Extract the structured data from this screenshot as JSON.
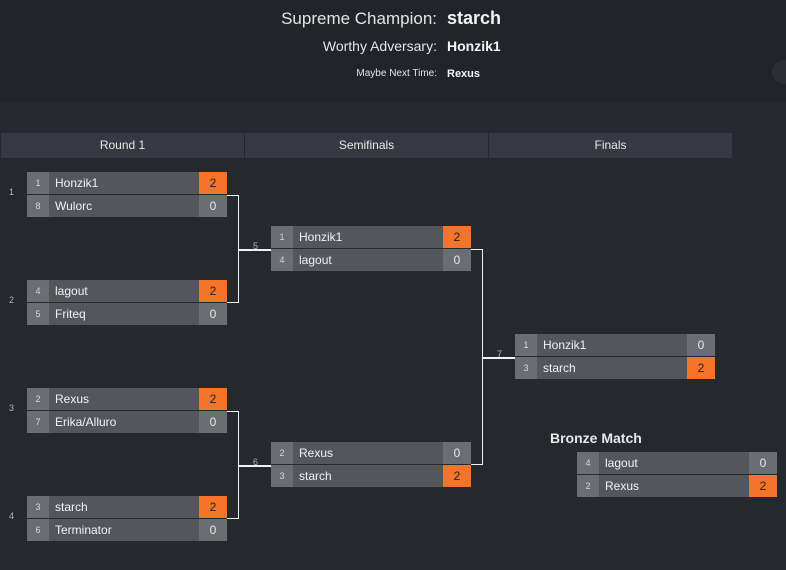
{
  "standings": {
    "champion_label": "Supreme Champion:",
    "champion": "starch",
    "runner_up_label": "Worthy Adversary:",
    "runner_up": "Honzik1",
    "third_label": "Maybe Next Time:",
    "third": "Rexus"
  },
  "rounds": [
    "Round 1",
    "Semifinals",
    "Finals"
  ],
  "matches": [
    {
      "num": "1",
      "p1": {
        "seed": "1",
        "name": "Honzik1",
        "score": "2"
      },
      "p2": {
        "seed": "8",
        "name": "Wulorc",
        "score": "0"
      }
    },
    {
      "num": "2",
      "p1": {
        "seed": "4",
        "name": "lagout",
        "score": "2"
      },
      "p2": {
        "seed": "5",
        "name": "Friteq",
        "score": "0"
      }
    },
    {
      "num": "3",
      "p1": {
        "seed": "2",
        "name": "Rexus",
        "score": "2"
      },
      "p2": {
        "seed": "7",
        "name": "Erika/Alluro",
        "score": "0"
      }
    },
    {
      "num": "4",
      "p1": {
        "seed": "3",
        "name": "starch",
        "score": "2"
      },
      "p2": {
        "seed": "6",
        "name": "Terminator",
        "score": "0"
      }
    },
    {
      "num": "5",
      "p1": {
        "seed": "1",
        "name": "Honzik1",
        "score": "2"
      },
      "p2": {
        "seed": "4",
        "name": "lagout",
        "score": "0"
      }
    },
    {
      "num": "6",
      "p1": {
        "seed": "2",
        "name": "Rexus",
        "score": "0"
      },
      "p2": {
        "seed": "3",
        "name": "starch",
        "score": "2"
      }
    },
    {
      "num": "7",
      "p1": {
        "seed": "1",
        "name": "Honzik1",
        "score": "0"
      },
      "p2": {
        "seed": "3",
        "name": "starch",
        "score": "2"
      }
    }
  ],
  "bronze": {
    "title": "Bronze Match",
    "p1": {
      "seed": "4",
      "name": "lagout",
      "score": "0"
    },
    "p2": {
      "seed": "2",
      "name": "Rexus",
      "score": "2"
    }
  },
  "colors": {
    "background": "#262830",
    "win_score": "#f4752a",
    "slot": "#54565d"
  }
}
